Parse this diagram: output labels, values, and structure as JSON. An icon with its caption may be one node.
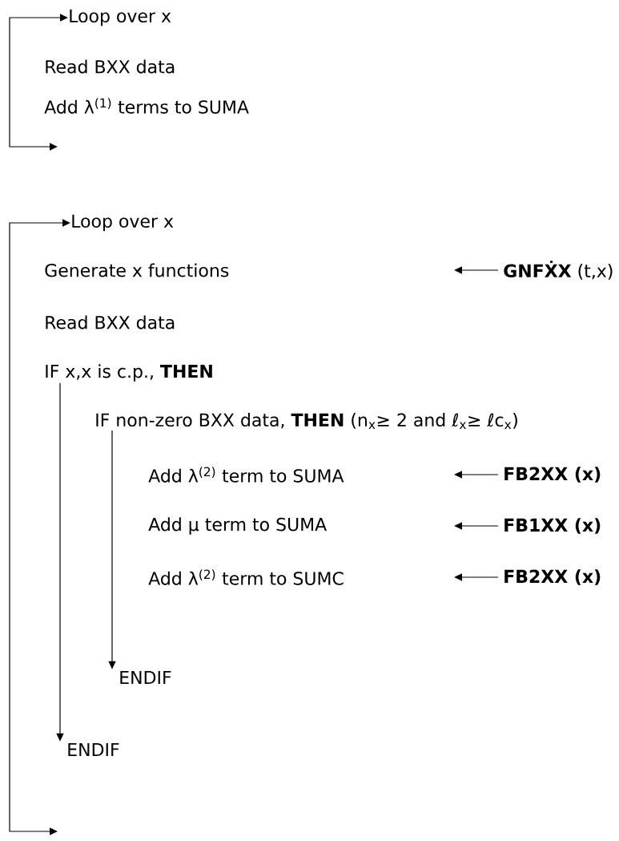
{
  "diagram": {
    "nodes": [
      {
        "text": [
          "Loop over x"
        ]
      },
      {
        "text": [
          "Loop over x"
        ]
      },
      {
        "text": [
          "Generate x functions"
        ]
      },
      {
        "text": [
          "**GNFẊX** (t,x)"
        ]
      },
      {
        "text": [
          "IF x,x is c.p., **THEN**"
        ]
      },
      {
        "text": [
          "IF non-zero BXX data, **THEN** (n$_{x}$≥ 2 and ℓ$_{x}$≥ ℓc$_{x}$)"
        ]
      },
      {
        "text": [
          "Add λ$^{(2)}$ term to SUMA"
        ]
      },
      {
        "text": [
          "FB2XX (x)"
        ]
      },
      {
        "text": [
          "Add μ term to SUMA"
        ]
      },
      {
        "text": [
          "FB1XX (x)"
        ]
      },
      {
        "text": [
          "Add λ$^{(2)}$ term to SUMC"
        ]
      },
      {
        "text": [
          "FB2XX (x)"
        ]
      },
      {
        "text": [
          "ENDIF"
        ]
      },
      {
        "text": [
          "ENDIF"
        ]
      }
    ],
    "edges": [
      {
        "from": null,
        "to": 0,
        "arrow": "both"
      },
      {
        "from": null,
        "to": 1,
        "arrow": "both"
      },
      {
        "from": 3,
        "to": null,
        "arrow": "to"
      },
      {
        "from": 4,
        "to": 13,
        "arrow": "to"
      },
      {
        "from": 5,
        "to": 12,
        "arrow": "to"
      },
      {
        "from": 7,
        "to": null,
        "arrow": "to"
      },
      {
        "from": 9,
        "to": null,
        "arrow": "to"
      },
      {
        "from": 11,
        "to": null,
        "arrow": "to"
      }
    ],
    "labels": [
      "Read BXX data",
      "Add λ$^{(1)}$ terms to SUMA",
      "Read BXX data"
    ]
  }
}
